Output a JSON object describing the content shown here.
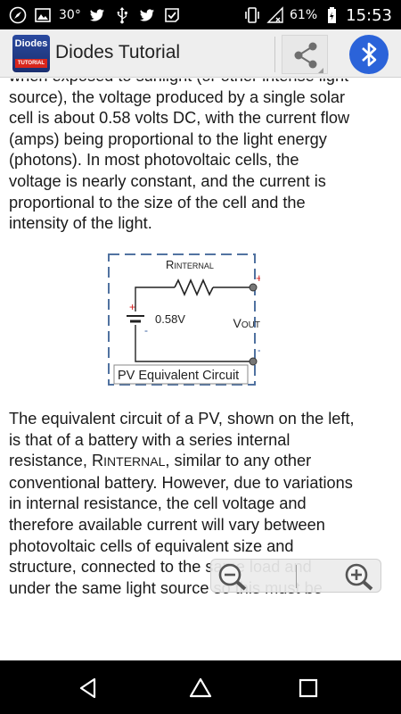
{
  "status_bar": {
    "notification_text": "30°",
    "battery_percent": "61%",
    "time": "15:53",
    "icons": [
      "compass-icon",
      "image-icon",
      "twitter-icon",
      "usb-icon",
      "twitter-icon",
      "vpn-key-icon",
      "vibrate-icon",
      "no-signal-icon",
      "battery-charging-icon"
    ]
  },
  "app_bar": {
    "logo_line1": "Diodes",
    "logo_line2": "TUTORIAL",
    "title": "Diodes Tutorial",
    "share_icon": "share-icon",
    "bluetooth_icon": "bluetooth-icon"
  },
  "content": {
    "para1": [
      "when exposed to sunlight (or other intense light",
      "source), the voltage produced by a single solar",
      "cell is about 0.58 volts DC, with the current flow",
      "(amps) being proportional to the light energy",
      "(photons). In most photovoltaic cells, the",
      "voltage is nearly constant, and the current is",
      "proportional to the size of the cell and the",
      "intensity of the light."
    ],
    "circuit": {
      "r_main": "R",
      "r_sub": "INTERNAL",
      "voltage": "0.58V",
      "vout_main": "V",
      "vout_sub": "OUT",
      "plus_top": "+",
      "plus_battery": "+",
      "minus_battery": "-",
      "minus_bottom": "-",
      "caption": "PV Equivalent Circuit"
    },
    "para2": {
      "line1": "The equivalent circuit of a PV, shown on the left,",
      "line2": "is that of a battery with a series internal",
      "line3_pre": "resistance, R",
      "line3_sub": "INTERNAL",
      "line3_post": ", similar to any other",
      "rest": [
        "conventional battery. However, due to variations",
        "in internal resistance, the cell voltage and",
        "therefore available current will vary between",
        "photovoltaic cells of equivalent size and",
        "structure, connected to the same load and",
        "under the same light source so this must be"
      ]
    }
  },
  "zoom": {
    "zoom_out_icon": "zoom-out-icon",
    "zoom_in_icon": "zoom-in-icon"
  },
  "nav_bar": {
    "back_icon": "back-icon",
    "home_icon": "home-icon",
    "recents_icon": "recents-icon"
  }
}
